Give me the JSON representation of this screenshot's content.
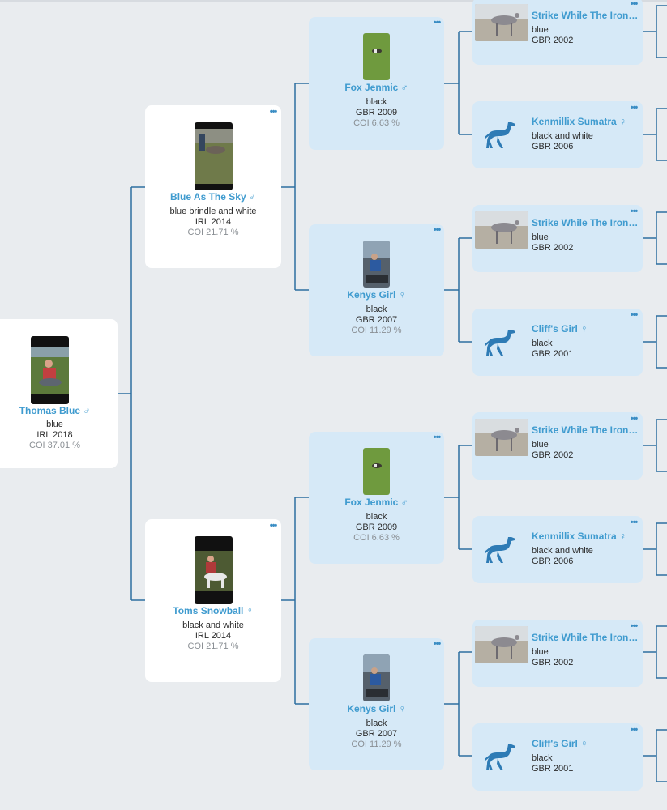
{
  "colors": {
    "accent": "#3f9bcf",
    "line": "#2d6fa0",
    "card_blue": "#d6e9f7",
    "background": "#e9ecef"
  },
  "menu_icon": "more-dots-icon",
  "root": {
    "name": "Thomas Blue ♂",
    "color": "blue",
    "country_year": "IRL 2018",
    "coi": "COI 37.01 %"
  },
  "parents": [
    {
      "name": "Blue As The Sky ♂",
      "color": "blue brindle and white",
      "country_year": "IRL 2014",
      "coi": "COI 21.71 %"
    },
    {
      "name": "Toms Snowball ♀",
      "color": "black and white",
      "country_year": "IRL 2014",
      "coi": "COI 21.71 %"
    }
  ],
  "grandparents": [
    {
      "name": "Fox Jenmic ♂",
      "color": "black",
      "country_year": "GBR 2009",
      "coi": "COI 6.63 %"
    },
    {
      "name": "Kenys Girl ♀",
      "color": "black",
      "country_year": "GBR 2007",
      "coi": "COI 11.29 %"
    },
    {
      "name": "Fox Jenmic ♂",
      "color": "black",
      "country_year": "GBR 2009",
      "coi": "COI 6.63 %"
    },
    {
      "name": "Kenys Girl ♀",
      "color": "black",
      "country_year": "GBR 2007",
      "coi": "COI 11.29 %"
    }
  ],
  "great_grandparents": [
    {
      "name": "Strike While The Iron…",
      "color": "blue",
      "country_year": "GBR 2002",
      "has_photo": true
    },
    {
      "name": "Kenmillix Sumatra ♀",
      "color": "black and white",
      "country_year": "GBR 2006",
      "has_photo": false
    },
    {
      "name": "Strike While The Iron…",
      "color": "blue",
      "country_year": "GBR 2002",
      "has_photo": true
    },
    {
      "name": "Cliff's Girl ♀",
      "color": "black",
      "country_year": "GBR 2001",
      "has_photo": false
    },
    {
      "name": "Strike While The Iron…",
      "color": "blue",
      "country_year": "GBR 2002",
      "has_photo": true
    },
    {
      "name": "Kenmillix Sumatra ♀",
      "color": "black and white",
      "country_year": "GBR 2006",
      "has_photo": false
    },
    {
      "name": "Strike While The Iron…",
      "color": "blue",
      "country_year": "GBR 2002",
      "has_photo": true
    },
    {
      "name": "Cliff's Girl ♀",
      "color": "black",
      "country_year": "GBR 2001",
      "has_photo": false
    }
  ]
}
